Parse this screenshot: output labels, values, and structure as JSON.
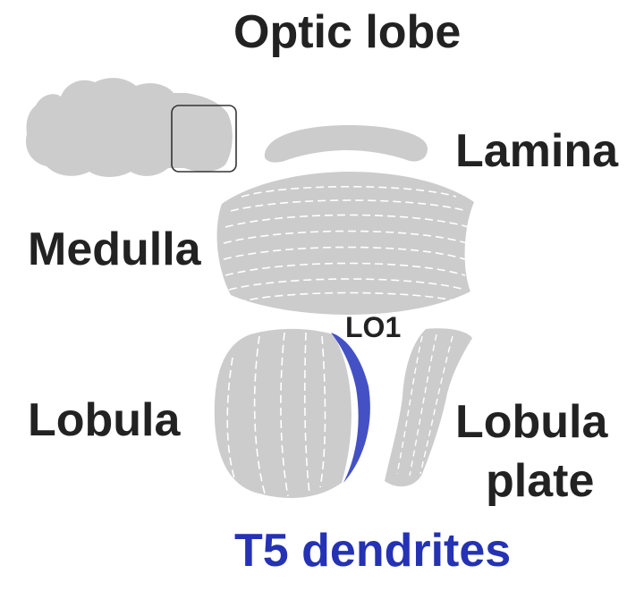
{
  "title": "Optic lobe",
  "labels": {
    "lamina": "Lamina",
    "medulla": "Medulla",
    "lobula": "Lobula",
    "lobula_plate_line1": "Lobula",
    "lobula_plate_line2": "plate",
    "lo1": "LO1",
    "t5_dendrites": "T5 dendrites"
  },
  "colors": {
    "neuropil_fill": "#cccccc",
    "dash_lines": "#ffffff",
    "t5_highlight": "#4451c4",
    "t5_label": "#2432b3",
    "text": "#222222",
    "inset_box": "#333333"
  }
}
